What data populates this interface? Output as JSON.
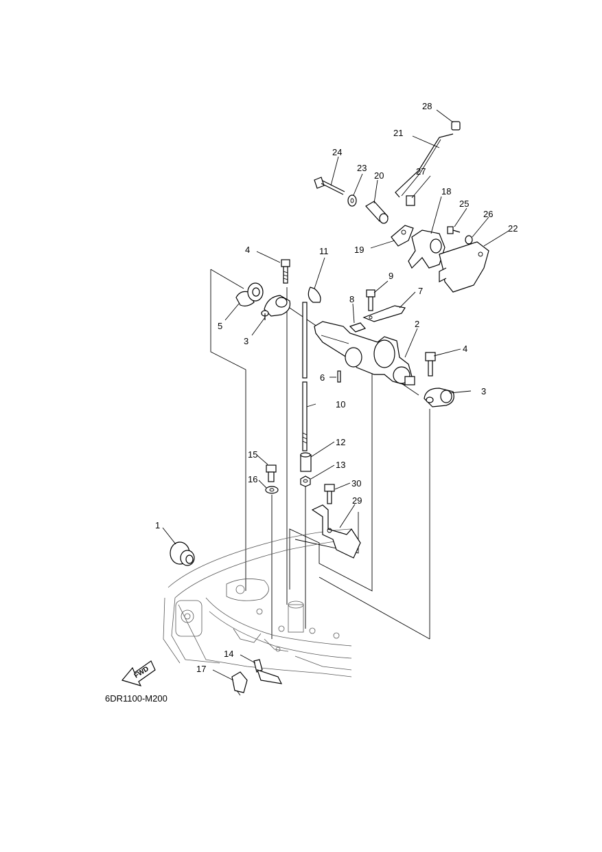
{
  "diagram": {
    "code": "6DR1100-M200",
    "fwd_label": "FWD",
    "callouts": [
      {
        "id": "1",
        "text": "1"
      },
      {
        "id": "2",
        "text": "2"
      },
      {
        "id": "3a",
        "text": "3"
      },
      {
        "id": "3b",
        "text": "3"
      },
      {
        "id": "4a",
        "text": "4"
      },
      {
        "id": "4b",
        "text": "4"
      },
      {
        "id": "5",
        "text": "5"
      },
      {
        "id": "6",
        "text": "6"
      },
      {
        "id": "7",
        "text": "7"
      },
      {
        "id": "8",
        "text": "8"
      },
      {
        "id": "9",
        "text": "9"
      },
      {
        "id": "10",
        "text": "10"
      },
      {
        "id": "11",
        "text": "11"
      },
      {
        "id": "12",
        "text": "12"
      },
      {
        "id": "13",
        "text": "13"
      },
      {
        "id": "14",
        "text": "14"
      },
      {
        "id": "15",
        "text": "15"
      },
      {
        "id": "16",
        "text": "16"
      },
      {
        "id": "17",
        "text": "17"
      },
      {
        "id": "18",
        "text": "18"
      },
      {
        "id": "19",
        "text": "19"
      },
      {
        "id": "20",
        "text": "20"
      },
      {
        "id": "21",
        "text": "21"
      },
      {
        "id": "22",
        "text": "22"
      },
      {
        "id": "23",
        "text": "23"
      },
      {
        "id": "24",
        "text": "24"
      },
      {
        "id": "25",
        "text": "25"
      },
      {
        "id": "26",
        "text": "26"
      },
      {
        "id": "27",
        "text": "27"
      },
      {
        "id": "28",
        "text": "28"
      },
      {
        "id": "29",
        "text": "29"
      },
      {
        "id": "30",
        "text": "30"
      }
    ]
  }
}
